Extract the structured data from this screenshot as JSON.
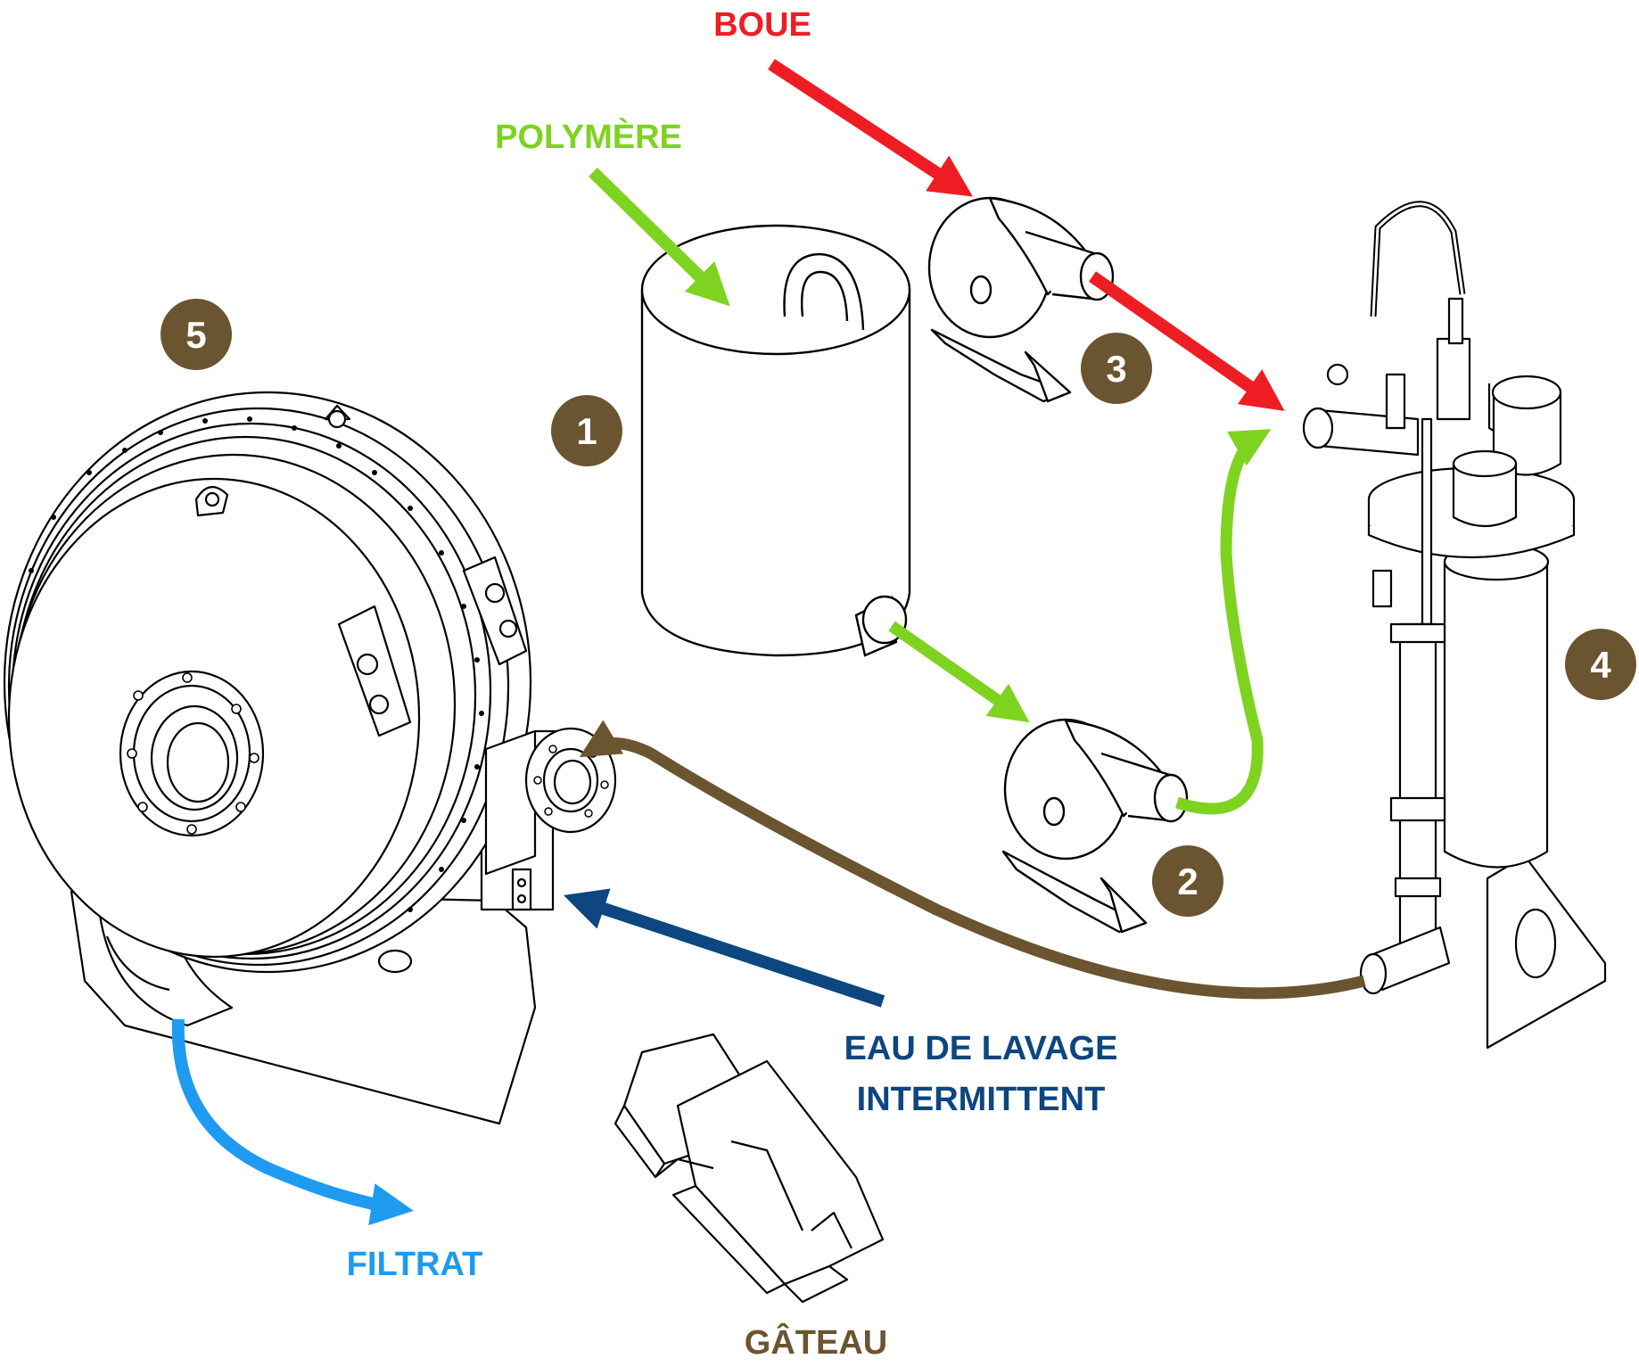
{
  "labels": {
    "boue": "BOUE",
    "polymere": "POLYMÈRE",
    "eau_line1": "EAU DE LAVAGE",
    "eau_line2": "INTERMITTENT",
    "filtrat": "FILTRAT",
    "gateau": "GÂTEAU"
  },
  "markers": {
    "m1": "1",
    "m2": "2",
    "m3": "3",
    "m4": "4",
    "m5": "5"
  },
  "colors": {
    "boue": "#ee1d23",
    "polymere": "#7ed321",
    "eau": "#0d4680",
    "filtrat": "#1e9bf0",
    "gateau": "#6b5430",
    "marker": "#6b5430",
    "line": "#000000"
  },
  "icons": {
    "polymer-tank": "polymer-tank-icon",
    "sludge-pump": "sludge-pump-icon",
    "polymer-pump": "polymer-pump-icon",
    "flocculator": "flocculator-reactor-icon",
    "rotary-press": "rotary-press-icon",
    "cake-chute": "cake-chute-icon"
  }
}
